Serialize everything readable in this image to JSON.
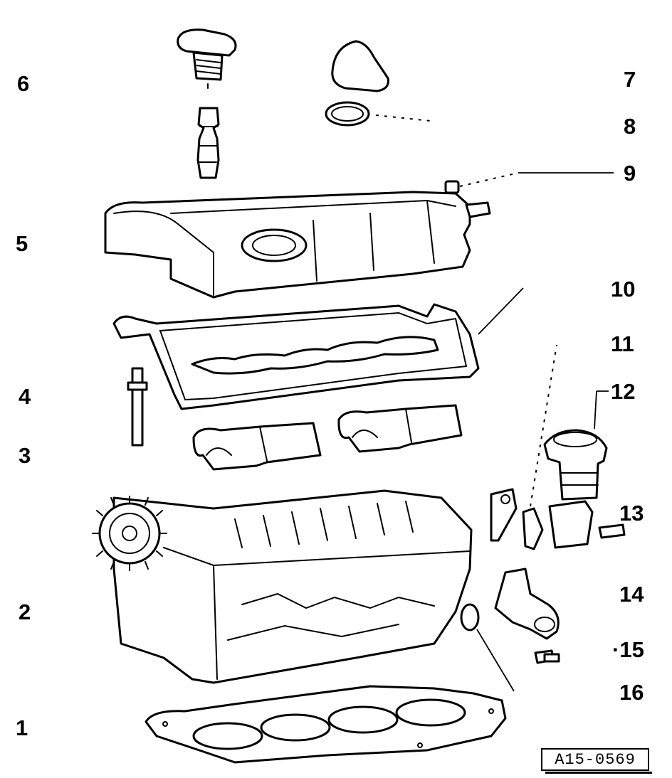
{
  "figure": {
    "reference": "A15-0569",
    "callouts": [
      {
        "id": "1",
        "label": "1"
      },
      {
        "id": "2",
        "label": "2"
      },
      {
        "id": "3",
        "label": "3"
      },
      {
        "id": "4",
        "label": "4"
      },
      {
        "id": "5",
        "label": "5"
      },
      {
        "id": "6",
        "label": "6"
      },
      {
        "id": "7",
        "label": "7"
      },
      {
        "id": "8",
        "label": "8"
      },
      {
        "id": "9",
        "label": "9"
      },
      {
        "id": "10",
        "label": "10"
      },
      {
        "id": "11",
        "label": "11"
      },
      {
        "id": "12",
        "label": "12"
      },
      {
        "id": "13",
        "label": "13"
      },
      {
        "id": "14",
        "label": "14"
      },
      {
        "id": "15",
        "label": "·15"
      },
      {
        "id": "16",
        "label": "16"
      }
    ]
  },
  "colors": {
    "ink": "#000000",
    "paper": "#ffffff"
  }
}
